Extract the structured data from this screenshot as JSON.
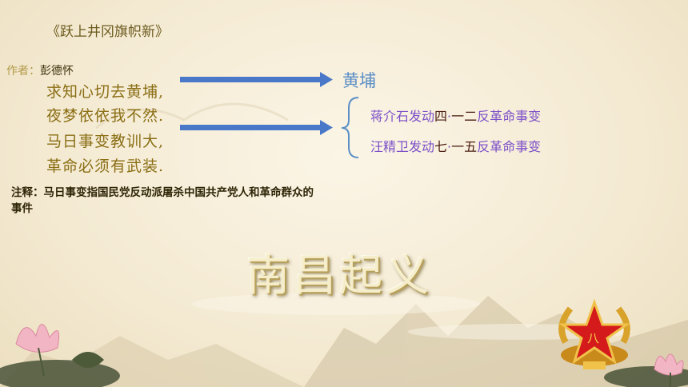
{
  "poem": {
    "title": "《跃上井冈旗帜新》",
    "author_label": "作者：",
    "author_name": "彭德怀",
    "lines": [
      "求知心切去黄埔,",
      "夜梦依依我不然.",
      "马日事变教训大,",
      "革命必须有武装."
    ]
  },
  "note": "注释：马日事变指国民党反动派屠杀中国共产党人和革命群众的事件",
  "annotations": {
    "huangpu": "黄埔",
    "event1": {
      "pre": "蒋介石发动",
      "num1": "四",
      "dot": "·",
      "num2": "一二",
      "post": "反革命事变"
    },
    "event2": {
      "pre": "汪精卫发动",
      "num1": "七",
      "dot": "·",
      "num2": "一五",
      "post": "反革命事变"
    }
  },
  "headline": "南昌起义",
  "colors": {
    "arrow": "#4a78c8",
    "brace": "#5b8fc6",
    "headline": "#f6eecb",
    "event_text": "#7b4fc8"
  },
  "icons": [
    "arrow-right-icon",
    "brace-icon",
    "army-emblem-icon",
    "lotus-flower-icon"
  ]
}
